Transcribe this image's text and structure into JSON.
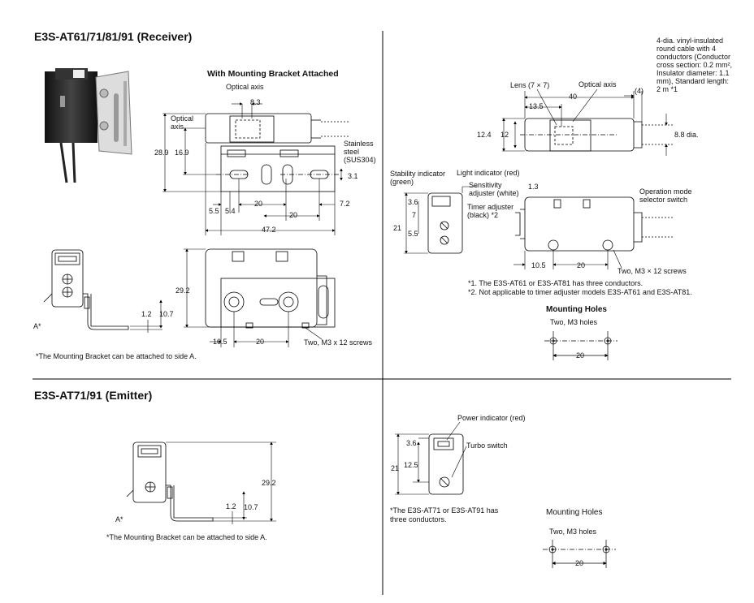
{
  "receiver": {
    "title": "E3S-AT61/71/81/91 (Receiver)",
    "bracket_heading": "With Mounting Bracket Attached",
    "labels": {
      "optical_axis_top": "Optical axis",
      "optical_axis_side": "Optical axis",
      "stainless": "Stainless steel (SUS304)",
      "screws": "Two, M3 x 12 screws",
      "a_star": "A*"
    },
    "dims": {
      "d8_3": "8.3",
      "d28_9": "28.9",
      "d16_9": "16.9",
      "d3_1": "3.1",
      "d5_5": "5.5",
      "d5_4": "5.4",
      "d20a": "20",
      "d20b": "20",
      "d7_2": "7.2",
      "d47_2": "47.2",
      "d29_2": "29.2",
      "d1_2": "1.2",
      "d10_7": "10.7",
      "d10_5": "10.5",
      "d20c": "20"
    },
    "footnote": "*The Mounting Bracket can be attached to side A."
  },
  "receiver_body": {
    "cable_note": "4-dia. vinyl-insulated round cable with 4 conductors (Conductor cross section: 0.2 mm², Insulator diameter: 1.1 mm), Standard length: 2 m *1",
    "lens": "Lens (7 × 7)",
    "optical_axis": "Optical axis",
    "dims": {
      "d40": "40",
      "d4": "(4)",
      "d13_5": "13.5",
      "d12_4": "12.4",
      "d12": "12",
      "d8_8": "8.8 dia.",
      "d1_3": "1.3",
      "d3_6": "3.6",
      "d7": "7",
      "d21": "21",
      "d5_5": "5.5",
      "d10_5": "10.5",
      "d20": "20"
    },
    "stability": "Stability indicator (green)",
    "light": "Light indicator (red)",
    "sensitivity": "Sensitivity adjuster (white)",
    "timer": "Timer adjuster (black) *2",
    "operation_mode": "Operation mode selector switch",
    "screws": "Two, M3 × 12 screws",
    "notes": [
      "*1. The E3S-AT61 or E3S-AT81 has three conductors.",
      "*2. Not applicable to timer adjuster models E3S-AT61 and E3S-AT81."
    ],
    "mounting_holes_title": "Mounting Holes",
    "mounting_holes_sub": "Two, M3 holes",
    "mounting_holes_dim": "20"
  },
  "emitter": {
    "title": "E3S-AT71/91 (Emitter)",
    "dims": {
      "d29_2": "29.2",
      "d1_2": "1.2",
      "d10_7": "10.7"
    },
    "a_star": "A*",
    "footnote": "*The Mounting Bracket can be attached to side A."
  },
  "emitter_body": {
    "power": "Power indicator (red)",
    "turbo": "Turbo switch",
    "dims": {
      "d3_6": "3.6",
      "d21": "21",
      "d12_5": "12.5"
    },
    "note": "*The E3S-AT71 or E3S-AT91 has three conductors.",
    "mounting_holes_title": "Mounting Holes",
    "mounting_holes_sub": "Two, M3 holes",
    "mounting_holes_dim": "20"
  }
}
